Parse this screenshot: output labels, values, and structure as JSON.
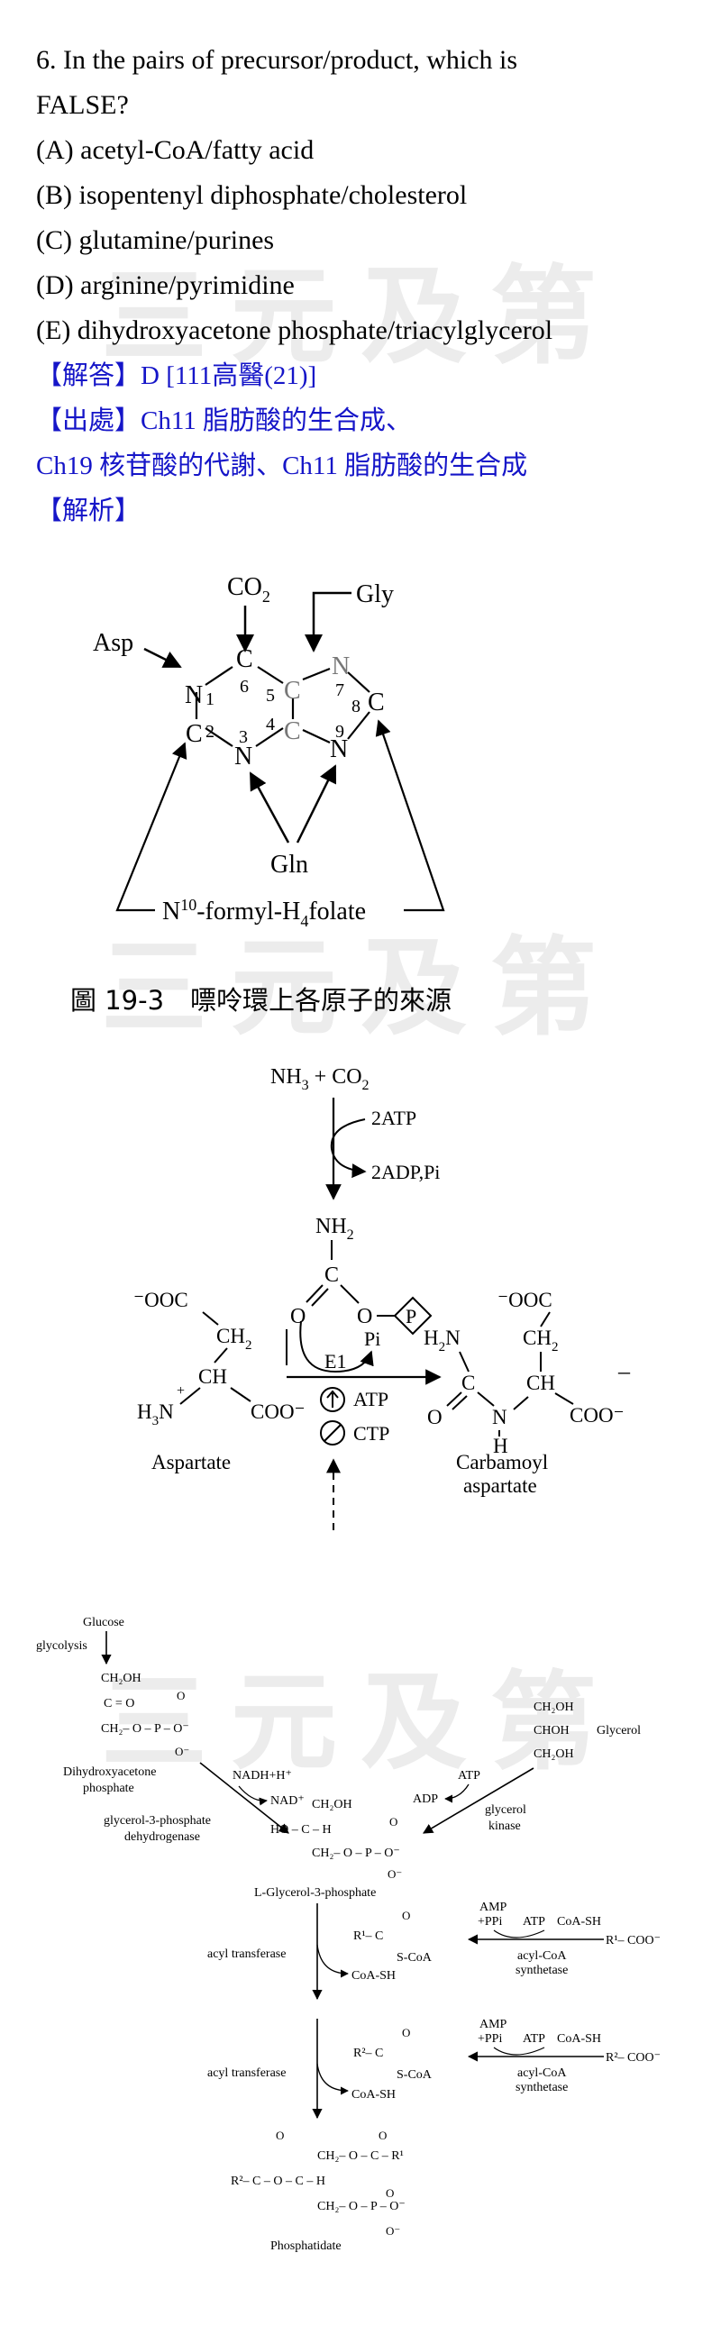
{
  "watermark": "三元及第",
  "question": {
    "stem_line1": "6.   In the pairs of precursor/product, which is",
    "stem_line2": "FALSE?",
    "options": [
      "(A) acetyl-CoA/fatty acid",
      "(B) isopentenyl diphosphate/cholesterol",
      "(C) glutamine/purines",
      "(D) arginine/pyrimidine",
      "(E) dihydroxyacetone phosphate/triacylglycerol"
    ]
  },
  "answer": {
    "label": "【解答】",
    "value": "D     [111高醫(21)]"
  },
  "source": {
    "label": "【出處】",
    "line1": "Ch11  脂肪酸的生合成、",
    "line2": "Ch19  核苷酸的代謝、Ch11  脂肪酸的生合成"
  },
  "analysis": {
    "label": "【解析】"
  },
  "purine_figure": {
    "co2": "CO",
    "co2_sub": "2",
    "gly": "Gly",
    "asp": "Asp",
    "gln": "Gln",
    "formyl_pre": "N",
    "formyl_sup": "10",
    "formyl_mid": "-formyl-H",
    "formyl_sub": "4",
    "formyl_post": "folate",
    "atoms": {
      "n1": "N",
      "c2": "C",
      "n3": "N",
      "c4": "C",
      "c5": "C",
      "c6": "C",
      "n7": "N",
      "c8": "C",
      "n9": "N"
    },
    "nums": {
      "n1": "1",
      "c2": "2",
      "n3": "3",
      "c4": "4",
      "c5": "5",
      "c6": "6",
      "n7": "7",
      "c8": "8",
      "n9": "9"
    }
  },
  "figure_caption": "圖 19-3　嘌呤環上各原子的來源",
  "pyrimidine_figure": {
    "nh3": "NH",
    "nh3_sub": "3",
    "plus": " + CO",
    "co2_sub": "2",
    "atp2": "2ATP",
    "adp": "2ADP,Pi",
    "nh2": "NH",
    "nh2_sub": "2",
    "c": "C",
    "o": "O",
    "p": "P",
    "asp_top": "⁻OOC",
    "ch2": "CH",
    "ch2_sub": "2",
    "ch": "CH",
    "coo": "COO⁻",
    "h3n": "H",
    "h3n_sub": "3",
    "h3n_n": "N",
    "plus_sign": "+",
    "aspartate": "Aspartate",
    "e1": "E1",
    "pi": "Pi",
    "atp": "ATP",
    "ctp": "CTP",
    "carb_top": "⁻OOC",
    "h2n": "H",
    "h2n_sub": "2",
    "h2n_n": "N",
    "carb_n": "N",
    "carb_h": "H",
    "carb_coo": "COO⁻",
    "dash": "–",
    "carbamoyl1": "Carbamoyl",
    "carbamoyl2": "aspartate"
  },
  "lipid_figure": {
    "glucose": "Glucose",
    "glycolysis": "glycolysis",
    "ch2oh": "CH₂OH",
    "c_eq_o": "C = O",
    "ch2op": "CH₂– O – P – O⁻",
    "o": "O",
    "o_minus": "O⁻",
    "dhap1": "Dihydroxyacetone",
    "dhap2": "phosphate",
    "glyc_ch2oh": "CH₂OH",
    "glyc_chohh": "CHOH",
    "glyc_label": "Glycerol",
    "nadh": "NADH+H⁺",
    "nad": "NAD⁺",
    "g3pdh1": "glycerol-3-phosphate",
    "g3pdh2": "dehydrogenase",
    "atp": "ATP",
    "adp": "ADP",
    "gk1": "glycerol",
    "gk2": "kinase",
    "lg3p_ch2oh": "CH₂OH",
    "lg3p_ho": "HO – C – H",
    "lg3p_ch2op": "CH₂– O – P – O⁻",
    "lg3p_name": "L-Glycerol-3-phosphate",
    "amp": "AMP",
    "ppi": "+PPi",
    "coash": "CoA-SH",
    "r1c": "R¹– C",
    "scoa": "S-CoA",
    "r1coo": "R¹– COO⁻",
    "acs1": "acyl-CoA",
    "acs2": "synthetase",
    "acyl_transferase": "acyl transferase",
    "r2c": "R²– C",
    "r2coo": "R²– COO⁻",
    "pa_ch2": "CH₂– O – C – R¹",
    "pa_main": "R²– C – O – C – H",
    "pa_ch2op": "CH₂– O – P – O⁻",
    "pa_name": "Phosphatidate"
  }
}
